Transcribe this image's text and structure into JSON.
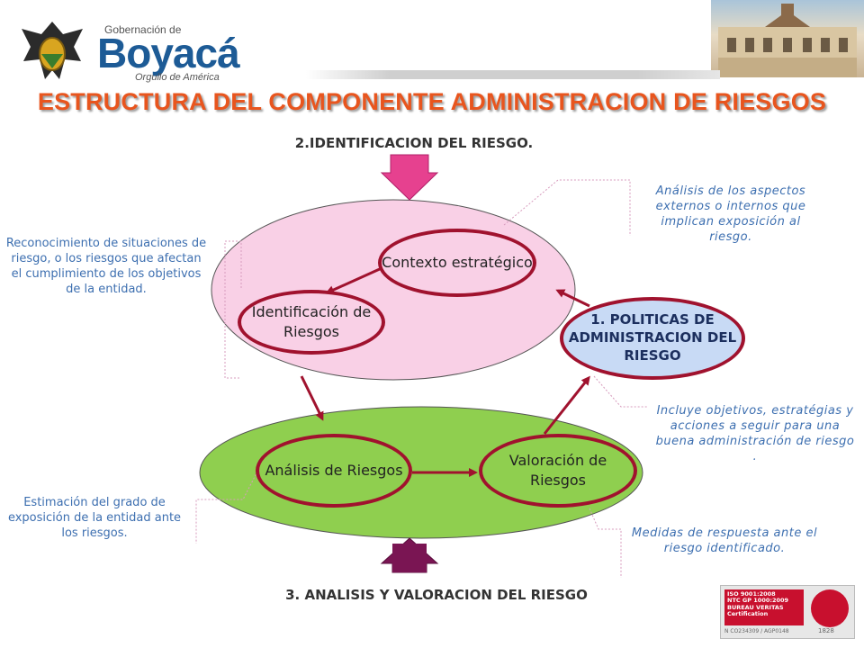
{
  "logo": {
    "top": "Gobernación de",
    "name": "Boyacá",
    "tagline": "Orgullo de América"
  },
  "title": "ESTRUCTURA DEL COMPONENTE ADMINISTRACION DE RIESGOS",
  "stage_identificacion": "2.IDENTIFICACION DEL RIESGO.",
  "stage_analisis": "3. ANALISIS Y VALORACION DEL RIESGO",
  "nodes": {
    "contexto": "Contexto estratégico",
    "identificacion": "Identificación de Riesgos",
    "politicas": "1. POLITICAS DE ADMINISTRACION DEL RIESGO",
    "analisis": "Análisis de Riesgos",
    "valoracion": "Valoración de Riesgos"
  },
  "notes": {
    "contexto": "Análisis de los aspectos externos o internos que implican exposición al riesgo.",
    "identificacion": "Reconocimiento de situaciones de riesgo, o los riesgos que afectan el cumplimiento de los objetivos de la entidad.",
    "politicas": "Incluye objetivos, estratégias y acciones a seguir para una buena administración de riesgo .",
    "analisis": "Estimación del grado de exposición de la entidad ante los riesgos.",
    "valoracion": "Medidas de respuesta ante el riesgo identificado."
  },
  "certification": {
    "lines": [
      "ISO 9001:2008",
      "NTC GP 1000:2009",
      "BUREAU VERITAS",
      "Certification"
    ],
    "code": "N CO234309 / AGP0148",
    "year": "1828"
  },
  "colors": {
    "title": "#e8551e",
    "node_border": "#a0122e",
    "pink_ellipse": "#f9d0e6",
    "green_ellipse": "#8fcf4f",
    "politicas_fill": "#c8daf5",
    "arrow_down": "#e6418f",
    "arrow_up": "#7a1553",
    "note_text": "#3d6fb0"
  }
}
